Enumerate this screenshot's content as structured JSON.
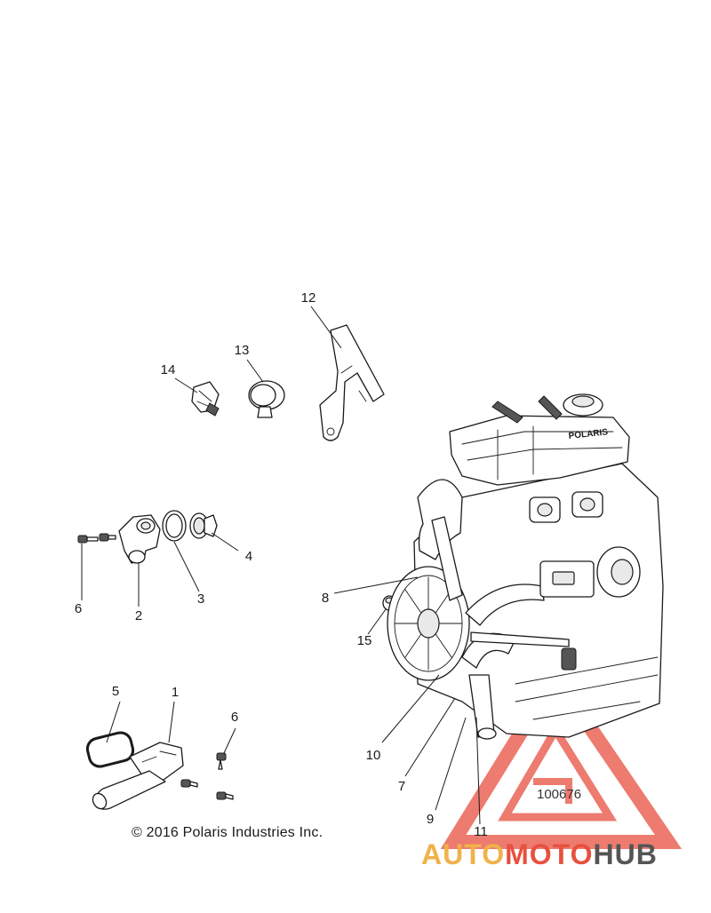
{
  "diagram": {
    "callouts": [
      {
        "id": "c1",
        "label": "1"
      },
      {
        "id": "c2",
        "label": "2"
      },
      {
        "id": "c3",
        "label": "3"
      },
      {
        "id": "c4",
        "label": "4"
      },
      {
        "id": "c5",
        "label": "5"
      },
      {
        "id": "c6a",
        "label": "6"
      },
      {
        "id": "c6b",
        "label": "6"
      },
      {
        "id": "c7",
        "label": "7"
      },
      {
        "id": "c8",
        "label": "8"
      },
      {
        "id": "c9",
        "label": "9"
      },
      {
        "id": "c10",
        "label": "10"
      },
      {
        "id": "c11",
        "label": "11"
      },
      {
        "id": "c12",
        "label": "12"
      },
      {
        "id": "c13",
        "label": "13"
      },
      {
        "id": "c14",
        "label": "14"
      },
      {
        "id": "c15",
        "label": "15"
      }
    ],
    "reference_number": "100676",
    "copyright": "© 2016 Polaris Industries Inc.",
    "valve_cover_lettering": "POLARIS"
  },
  "watermark": {
    "word_part_1": "AUTO",
    "word_part_2": "MOTO",
    "word_part_3": "HUB",
    "colors": {
      "auto": "#f0b24a",
      "moto": "#e8503f",
      "hub": "#555555",
      "triangle": "#e8503f"
    }
  }
}
